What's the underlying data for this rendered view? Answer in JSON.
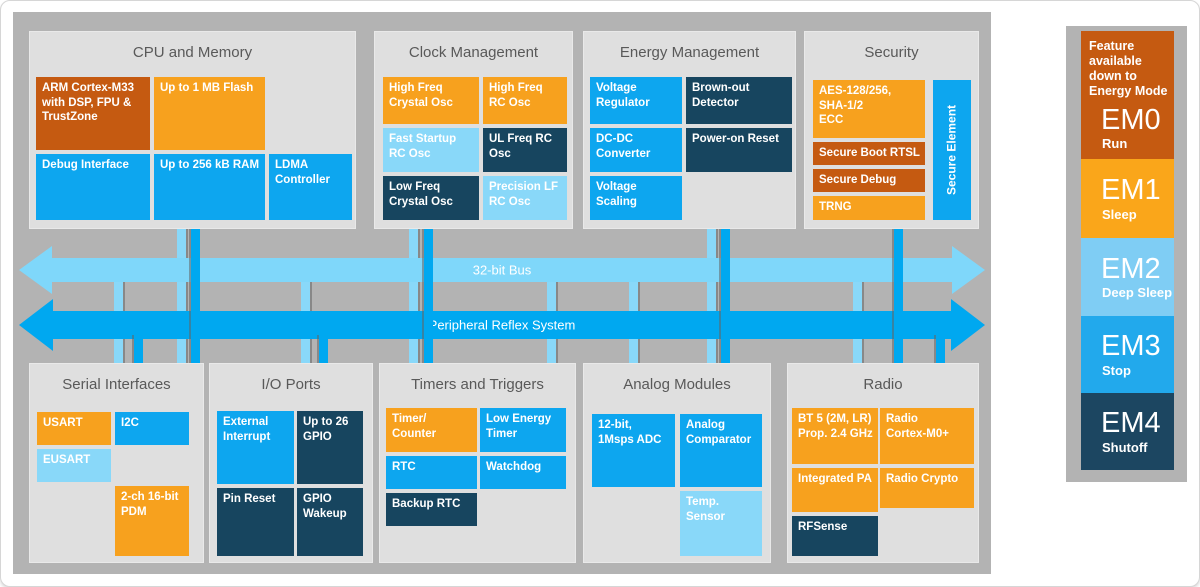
{
  "palette": {
    "panel_gray": "#B3B3B3",
    "container_gray": "#DFDFDF",
    "title_text": "#595959",
    "orange": "#F7A11E",
    "dark_orange": "#C55A11",
    "blue": "#0DA6EF",
    "light_blue": "#89D8F9",
    "navy": "#17455F",
    "bus_light": "#7FD7FA",
    "bus_blue": "#00A8F0"
  },
  "buses": {
    "bus32": {
      "label": "32-bit Bus"
    },
    "prs": {
      "label": "Peripheral Reflex System"
    }
  },
  "panels": {
    "cpu": {
      "title": "CPU and Memory",
      "blocks": {
        "arm": {
          "label": "ARM Cortex-M33 with DSP, FPU & TrustZone"
        },
        "flash": {
          "label": "Up to 1 MB Flash"
        },
        "debug": {
          "label": "Debug Interface"
        },
        "ram": {
          "label": "Up to 256 kB RAM"
        },
        "ldma": {
          "label": "LDMA Controller"
        }
      }
    },
    "clock": {
      "title": "Clock Management",
      "blocks": {
        "hfxo": {
          "label": "High Freq Crystal Osc"
        },
        "hfrco": {
          "label": "High Freq RC Osc"
        },
        "fsrco": {
          "label": "Fast Startup RC Osc"
        },
        "ulfrco": {
          "label": "UL Freq RC Osc"
        },
        "lfxo": {
          "label": "Low Freq Crystal Osc"
        },
        "plfrco": {
          "label": "Precision LF RC Osc"
        }
      }
    },
    "energy": {
      "title": "Energy Management",
      "blocks": {
        "vreg": {
          "label": "Voltage Regulator"
        },
        "bod": {
          "label": "Brown-out Detector"
        },
        "dcdc": {
          "label": "DC-DC Converter"
        },
        "por": {
          "label": "Power-on Reset"
        },
        "vscale": {
          "label": "Voltage Scaling"
        }
      }
    },
    "security": {
      "title": "Security",
      "blocks": {
        "aes": {
          "label": "AES-128/256,\nSHA-1/2\nECC"
        },
        "boot": {
          "label": "Secure Boot RTSL"
        },
        "sdebug": {
          "label": "Secure Debug"
        },
        "trng": {
          "label": "TRNG"
        },
        "element": {
          "label": "Secure Element"
        }
      }
    },
    "serial": {
      "title": "Serial Interfaces",
      "blocks": {
        "usart": {
          "label": "USART"
        },
        "i2c": {
          "label": "I2C"
        },
        "eusart": {
          "label": "EUSART"
        },
        "pdm": {
          "label": "2-ch 16-bit PDM"
        }
      }
    },
    "io": {
      "title": "I/O Ports",
      "blocks": {
        "ext": {
          "label": "External Interrupt"
        },
        "gpio": {
          "label": "Up to 26 GPIO"
        },
        "pinreset": {
          "label": "Pin Reset"
        },
        "wakeup": {
          "label": "GPIO Wakeup"
        }
      }
    },
    "timers": {
      "title": "Timers and Triggers",
      "blocks": {
        "timer": {
          "label": "Timer/\nCounter"
        },
        "letimer": {
          "label": "Low Energy Timer"
        },
        "rtc": {
          "label": "RTC"
        },
        "watchdog": {
          "label": "Watchdog"
        },
        "backup": {
          "label": "Backup RTC"
        }
      }
    },
    "analog": {
      "title": "Analog Modules",
      "blocks": {
        "adc": {
          "label": "12-bit,\n1Msps ADC"
        },
        "comparator": {
          "label": "Analog Comparator"
        },
        "temp": {
          "label": "Temp. Sensor"
        }
      }
    },
    "radio": {
      "title": "Radio",
      "blocks": {
        "bt5": {
          "label": "BT 5 (2M, LR)\nProp. 2.4 GHz"
        },
        "m0": {
          "label": "Radio\nCortex-M0+"
        },
        "pa": {
          "label": "Integrated PA"
        },
        "crypto": {
          "label": "Radio Crypto"
        },
        "rfsense": {
          "label": "RFSense"
        }
      }
    }
  },
  "legend": {
    "header": "Feature available down to Energy Mode",
    "modes": [
      {
        "id": "EM0",
        "name": "Run",
        "color": "#C55A11"
      },
      {
        "id": "EM1",
        "name": "Sleep",
        "color": "#FAA61A"
      },
      {
        "id": "EM2",
        "name": "Deep Sleep",
        "color": "#7FCDF4"
      },
      {
        "id": "EM3",
        "name": "Stop",
        "color": "#22A9EC"
      },
      {
        "id": "EM4",
        "name": "Shutoff",
        "color": "#1C4661"
      }
    ]
  }
}
